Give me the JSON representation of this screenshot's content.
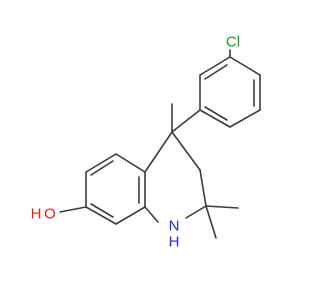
{
  "molecule": {
    "atoms": {
      "cl": {
        "label": "Cl",
        "color": "#1f9f1f"
      },
      "nh": {
        "label": "N",
        "label_h": "H",
        "color": "#2b2bd9"
      },
      "oh": {
        "label": "H",
        "label_o": "O",
        "color": "#e02020"
      }
    },
    "bond_color": "#3c3c3c"
  }
}
